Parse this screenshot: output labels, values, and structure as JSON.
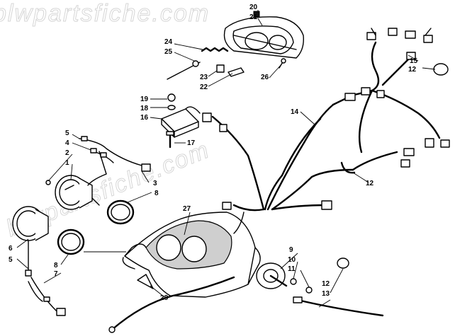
{
  "watermark": "blwpartsfiche.com",
  "callouts": [
    {
      "id": "c1",
      "label": "1"
    },
    {
      "id": "c2",
      "label": "2"
    },
    {
      "id": "c3",
      "label": "3"
    },
    {
      "id": "c4",
      "label": "4"
    },
    {
      "id": "c5a",
      "label": "5"
    },
    {
      "id": "c5b",
      "label": "5"
    },
    {
      "id": "c6",
      "label": "6"
    },
    {
      "id": "c7",
      "label": "7"
    },
    {
      "id": "c8a",
      "label": "8"
    },
    {
      "id": "c8b",
      "label": "8"
    },
    {
      "id": "c9",
      "label": "9"
    },
    {
      "id": "c10",
      "label": "10"
    },
    {
      "id": "c11",
      "label": "11"
    },
    {
      "id": "c12a",
      "label": "12"
    },
    {
      "id": "c12b",
      "label": "12"
    },
    {
      "id": "c12c",
      "label": "12"
    },
    {
      "id": "c13",
      "label": "13"
    },
    {
      "id": "c14",
      "label": "14"
    },
    {
      "id": "c15",
      "label": "15"
    },
    {
      "id": "c16",
      "label": "16"
    },
    {
      "id": "c17",
      "label": "17"
    },
    {
      "id": "c18",
      "label": "18"
    },
    {
      "id": "c19",
      "label": "19"
    },
    {
      "id": "c20",
      "label": "20"
    },
    {
      "id": "c21",
      "label": "21"
    },
    {
      "id": "c22",
      "label": "22"
    },
    {
      "id": "c23",
      "label": "23"
    },
    {
      "id": "c24",
      "label": "24"
    },
    {
      "id": "c25",
      "label": "25"
    },
    {
      "id": "c26",
      "label": "26"
    },
    {
      "id": "c27",
      "label": "27"
    },
    {
      "id": "c28",
      "label": "28"
    }
  ]
}
